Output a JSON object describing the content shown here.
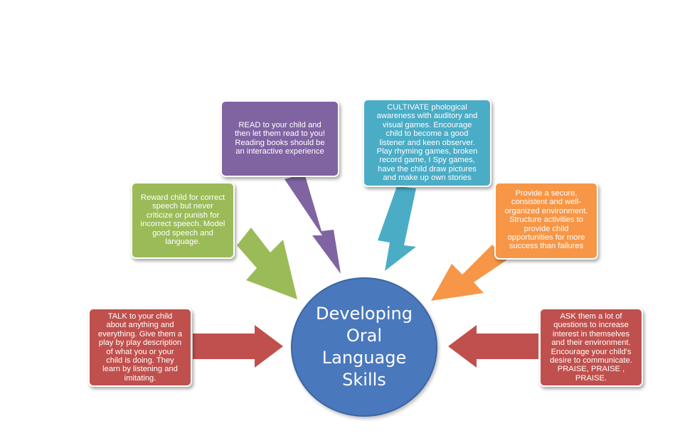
{
  "center": {
    "label": "Developing\nOral\nLanguage\nSkills",
    "color": "#4a78bd"
  },
  "nodes": {
    "talk": {
      "text": "TALK to your child\nabout anything and\neverything. Give them a\nplay by play description\nof what you or your\nchild is doing.  They\nlearn by listening and\nimitating.",
      "color": "#c0504d"
    },
    "reward": {
      "text": "Reward child for correct\nspeech but never\ncriticize or punish for\nincorrect speech. Model\ngood speech and\nlanguage.",
      "color": "#9bbb59"
    },
    "read": {
      "text": "READ to your child and\nthen let them read to you!\nReading books should be\nan interactive experience",
      "color": "#8064a2"
    },
    "cultivate": {
      "text": "CULTIVATE phological\nawareness with auditory and\nvisual games.  Encourage\nchild to become a good\nlistener and  keen observer.\nPlay rhyming games, broken\nrecord game, I Spy games,\nhave the child draw pictures\nand make up  own stories",
      "color": "#4bacc6"
    },
    "provide": {
      "text": "Provide a secure,\nconsistent and well-\norganized environment.\nStructure activities to\nprovide child\nopportunities for more\nsuccess than failures",
      "color": "#f79646"
    },
    "ask": {
      "text": "ASK them a lot of\nquestions to increase\ninterest in themselves\nand their environment.\nEncourage your child's\ndesire to communicate.\nPRAISE, PRAISE ,\nPRAISE.",
      "color": "#c0504d"
    }
  }
}
